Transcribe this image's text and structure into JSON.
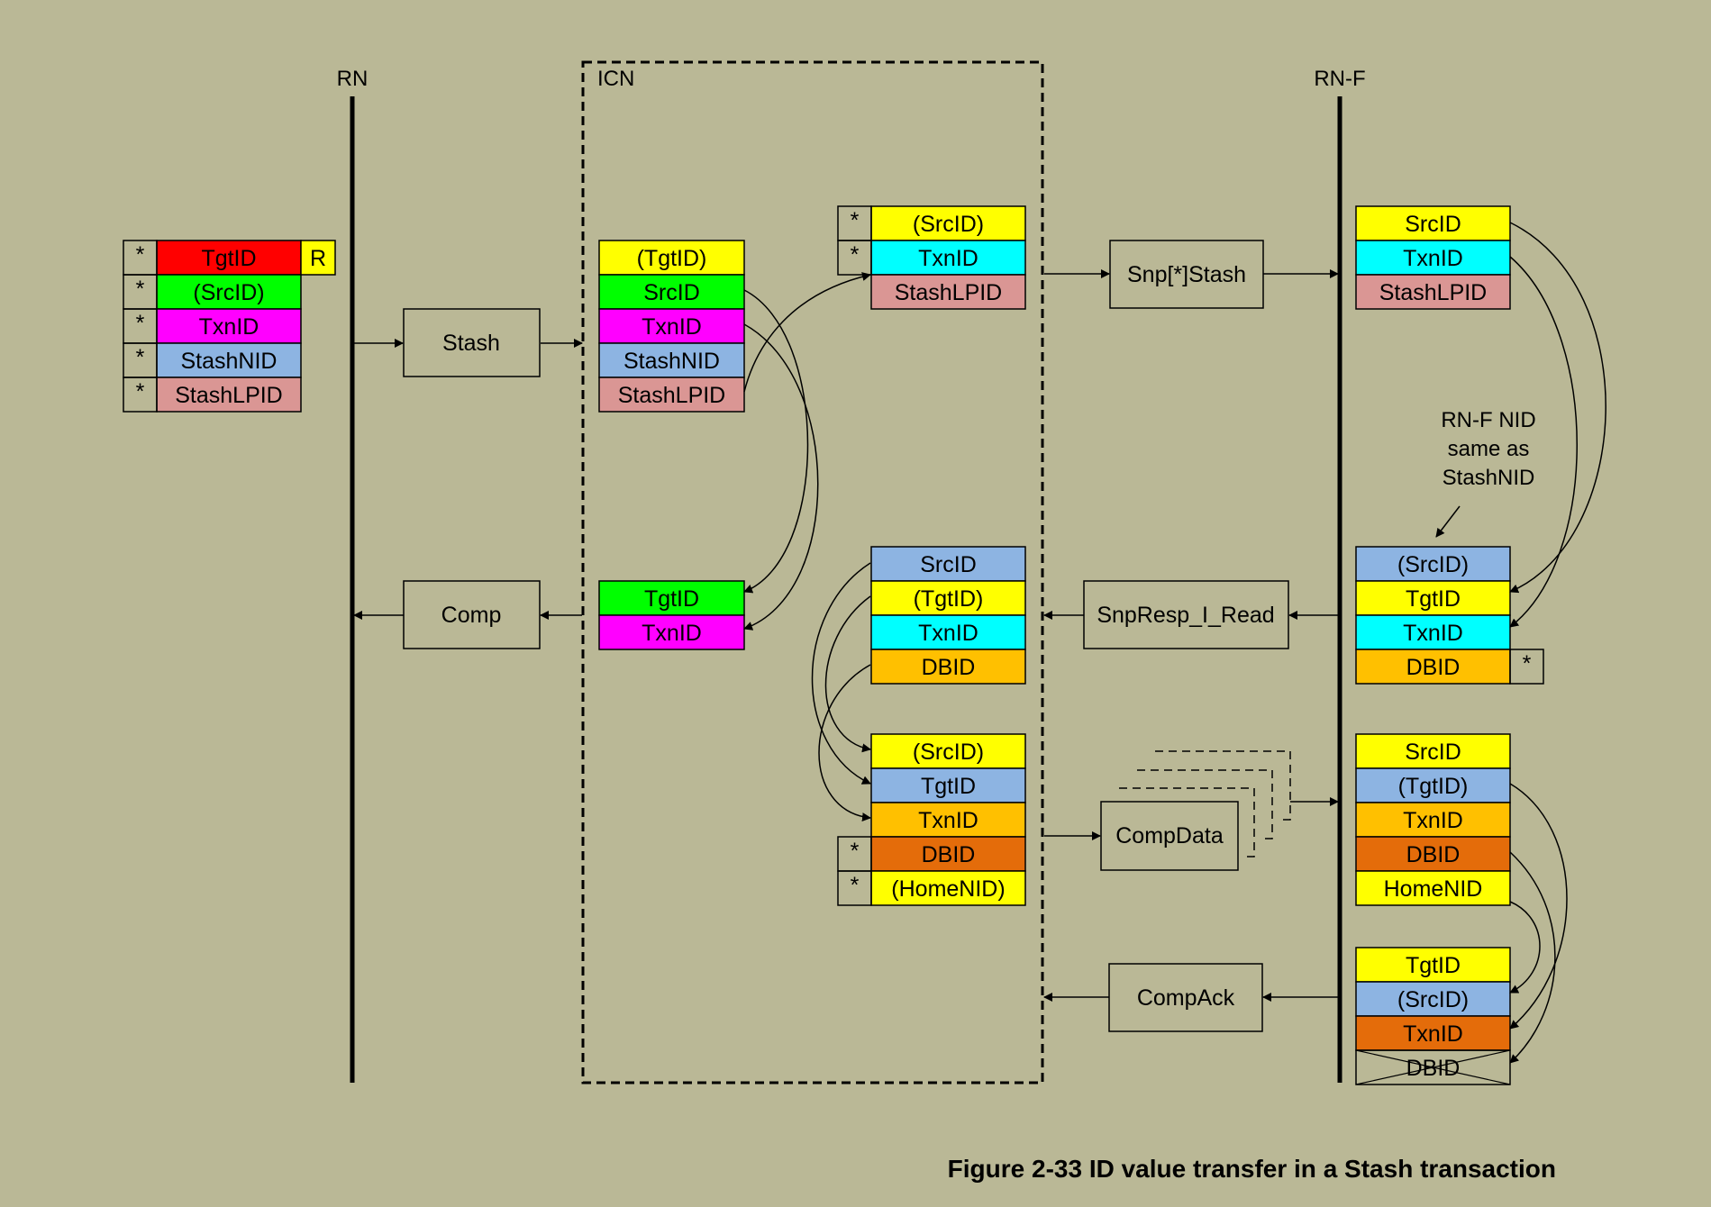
{
  "lanes": {
    "rn": "RN",
    "icn": "ICN",
    "rnf": "RN-F"
  },
  "messages": {
    "stash": "Stash",
    "comp": "Comp",
    "snp_stash": "Snp[*]Stash",
    "snp_resp": "SnpResp_I_Read",
    "comp_data": "CompData",
    "comp_ack": "CompAck"
  },
  "note": {
    "line1": "RN-F NID",
    "line2": "same as",
    "line3": "StashNID"
  },
  "caption": "Figure 2-33 ID value transfer in a Stash transaction",
  "markers": {
    "star": "*",
    "r": "R"
  },
  "colors": {
    "red": "#ff0000",
    "green": "#00ff00",
    "magenta": "#ff00ff",
    "blue": "#8db4e2",
    "pink": "#da9694",
    "yellow": "#ffff00",
    "cyan": "#00ffff",
    "gold": "#ffc000",
    "orange": "#e46c0a",
    "background": "#bab896"
  },
  "fields": {
    "rn_req": [
      "TgtID",
      "(SrcID)",
      "TxnID",
      "StashNID",
      "StashLPID"
    ],
    "icn_req": [
      "(TgtID)",
      "SrcID",
      "TxnID",
      "StashNID",
      "StashLPID"
    ],
    "icn_comp": [
      "TgtID",
      "TxnID"
    ],
    "icn_snp": [
      "(SrcID)",
      "TxnID",
      "StashLPID"
    ],
    "rnf_snp": [
      "SrcID",
      "TxnID",
      "StashLPID"
    ],
    "icn_snpresp": [
      "SrcID",
      "(TgtID)",
      "TxnID",
      "DBID"
    ],
    "rnf_snpresp": [
      "(SrcID)",
      "TgtID",
      "TxnID",
      "DBID"
    ],
    "icn_compdata": [
      "(SrcID)",
      "TgtID",
      "TxnID",
      "DBID",
      "(HomeNID)"
    ],
    "rnf_compdata": [
      "SrcID",
      "(TgtID)",
      "TxnID",
      "DBID",
      "HomeNID"
    ],
    "rnf_compack": [
      "TgtID",
      "(SrcID)",
      "TxnID",
      "DBID"
    ]
  }
}
